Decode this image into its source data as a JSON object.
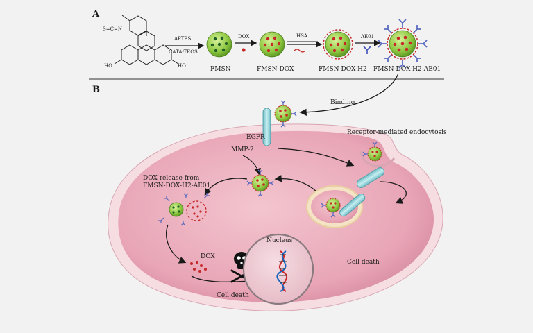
{
  "panel_a": {
    "letter": "A",
    "molecule": {
      "left_oh": "HO",
      "right_oh": "HO",
      "isothiocyanate": "S=C=N"
    },
    "reagents_top": "APTES",
    "reagents_bottom": "CATA-TEOS",
    "dox_reagent": "DOX",
    "hsa_reagent": "HSA",
    "ae01_reagent": "AE01",
    "labels": {
      "fmsn": "FMSN",
      "fmsn_dox": "FMSN-DOX",
      "fmsn_dox_h2": "FMSN-DOX-H2",
      "fmsn_dox_h2_ae01": "FMSN-DOX-H2-AE01"
    }
  },
  "panel_b": {
    "letter": "B",
    "binding": "Binding",
    "egfr": "EGFR",
    "endocytosis": "Receptor-mediated endocytosis",
    "mmp2": "MMP-2",
    "dox_release_line1": "DOX release from",
    "dox_release_line2": "FMSN-DOX-H2-AE01",
    "dox": "DOX",
    "nucleus": "Nucleus",
    "cell_death_left": "Cell death",
    "cell_death_right": "Cell death"
  },
  "colors": {
    "silica_green": "#9bd14a",
    "pore_dark": "#2e7d32",
    "dox_red": "#c62828",
    "ligand_blue": "#5c6bc0",
    "receptor_teal": "#8fd3d8",
    "cell_pink": "#efb5c3",
    "membrane": "#f4d6dc"
  }
}
